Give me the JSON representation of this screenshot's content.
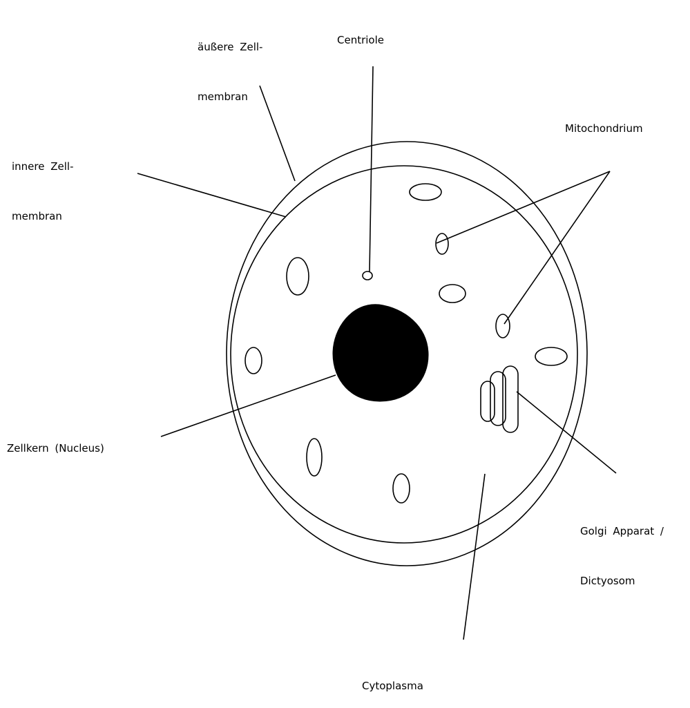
{
  "labels": {
    "aeussere_membran": [
      "äußere Zell-",
      "membran"
    ],
    "innere_membran": [
      "innere Zell-",
      "membran"
    ],
    "centriole": "Centriole",
    "mitochondrium": "Mitochondrium",
    "zellkern": "Zellkern (Nucleus)",
    "golgi": [
      "Golgi Apparat /",
      "Dictyosom"
    ],
    "cytoplasma": "Cytoplasma"
  },
  "colors": {
    "stroke": "#000000",
    "nucleus_fill": "#000000",
    "background": "#ffffff"
  }
}
